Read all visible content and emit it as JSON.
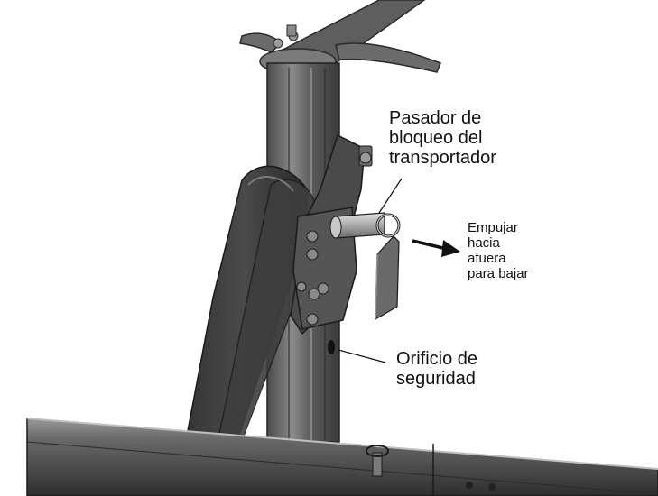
{
  "labels": {
    "lock_pin": [
      "Pasador de",
      "bloqueo del",
      "transportador"
    ],
    "push_out": [
      "Empujar",
      "hacia",
      "afuera",
      "para bajar"
    ],
    "safety_hole": [
      "Orificio de",
      "seguridad"
    ]
  },
  "colors": {
    "background": "#ffffff",
    "steel_dark": "#3a3a3a",
    "steel_mid": "#5a5a5a",
    "steel_light": "#8c8c8c",
    "steel_highlight": "#b5b5b5",
    "ink": "#111111"
  }
}
